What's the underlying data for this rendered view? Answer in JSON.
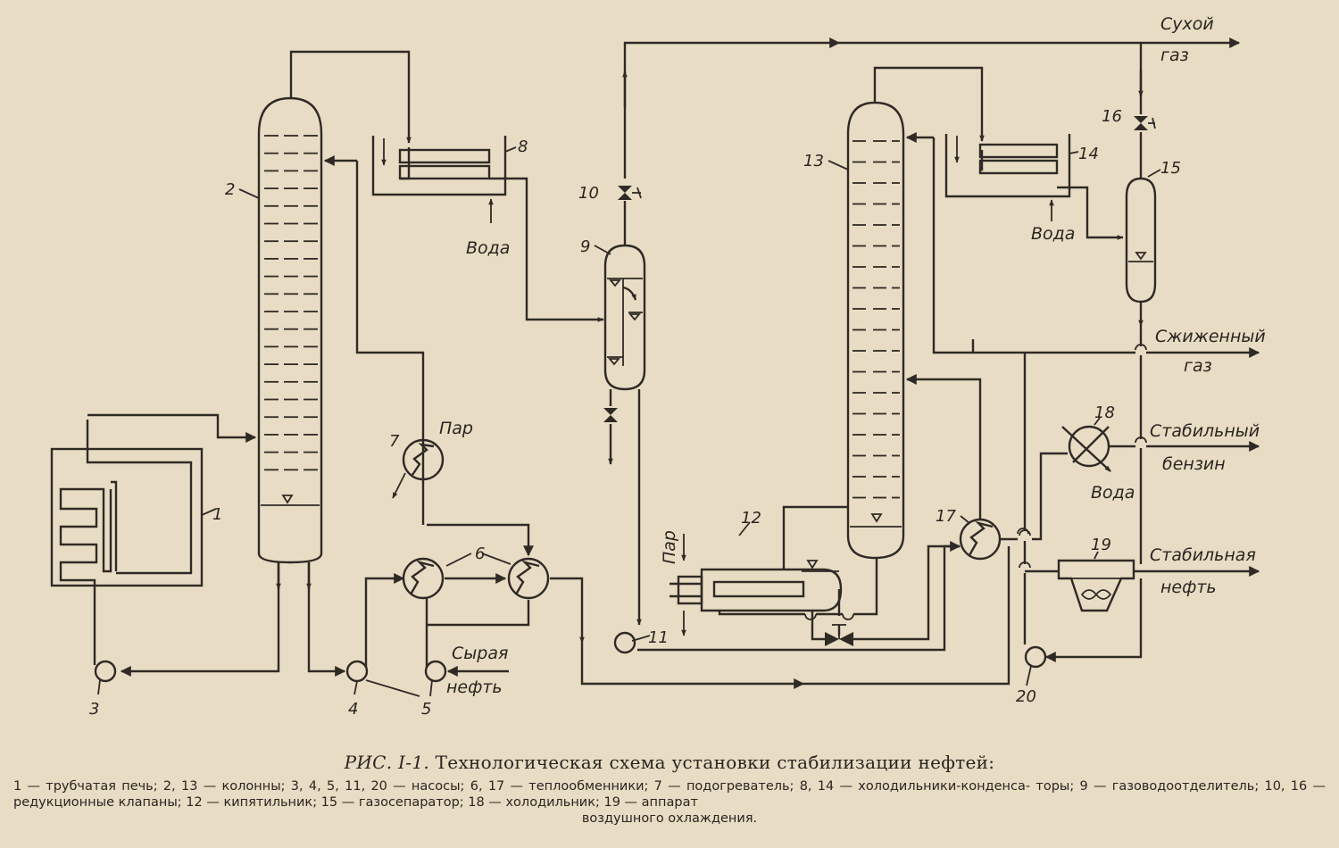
{
  "labels": {
    "dry_gas_1": "Сухой",
    "dry_gas_2": "газ",
    "liquefied_gas_1": "Сжиженный",
    "liquefied_gas_2": "газ",
    "stable_gasoline_1": "Стабильный",
    "stable_gasoline_2": "бензин",
    "stable_oil_1": "Стабильная",
    "stable_oil_2": "нефть",
    "crude_oil_1": "Сырая",
    "crude_oil_2": "нефть",
    "water": "Вода",
    "steam": "Пар"
  },
  "numbers": {
    "n1": "1",
    "n2": "2",
    "n3": "3",
    "n4": "4",
    "n5": "5",
    "n6": "6",
    "n7": "7",
    "n8": "8",
    "n9": "9",
    "n10": "10",
    "n11": "11",
    "n12": "12",
    "n13": "13",
    "n14": "14",
    "n15": "15",
    "n16": "16",
    "n17": "17",
    "n18": "18",
    "n19": "19",
    "n20": "20"
  },
  "caption": {
    "figure": "РИС. I-1.",
    "title": "Технологическая схема установки стабилизации нефтей:",
    "legend_line1": "1 — трубчатая печь; 2, 13 — колонны; 3, 4, 5, 11, 20 — насосы; 6, 17 — теплообменники; 7 — подогреватель; 8, 14 — холодильники-конденса-",
    "legend_line2": "торы; 9 — газоводоотделитель; 10, 16 — редукционные клапаны; 12 — кипятильник; 15 — газосепаратор; 18 — холодильник; 19 — аппарат",
    "legend_line3": "воздушного охлаждения."
  }
}
